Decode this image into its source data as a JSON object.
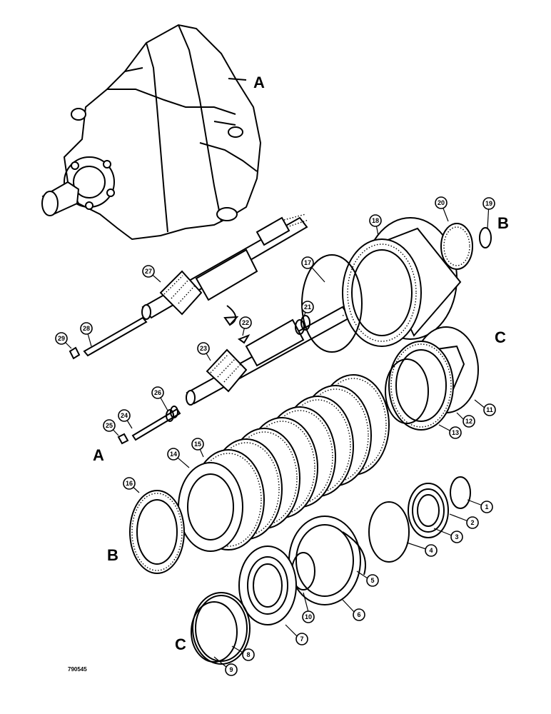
{
  "figure_code": "790545",
  "assembly_letters": [
    "A",
    "B",
    "C",
    "A",
    "B",
    "C"
  ],
  "callouts": [
    "1",
    "2",
    "3",
    "4",
    "5",
    "6",
    "7",
    "8",
    "9",
    "10",
    "11",
    "12",
    "13",
    "14",
    "15",
    "16",
    "17",
    "18",
    "19",
    "20",
    "21",
    "22",
    "23",
    "24",
    "25",
    "26",
    "27",
    "28",
    "29"
  ]
}
